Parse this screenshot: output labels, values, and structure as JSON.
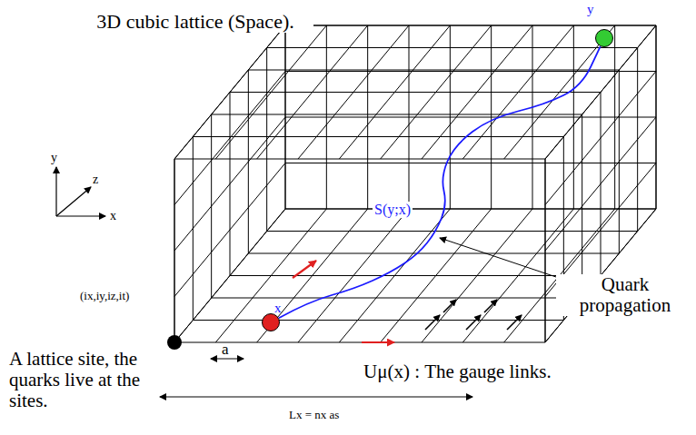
{
  "diagram": {
    "nodes": [
      {
        "text": [
          "y"
        ]
      },
      {
        "text": [
          "x"
        ]
      }
    ],
    "edges": [
      {
        "from": 1,
        "to": 0,
        "arrow": "none",
        "label": "S(y;x)"
      }
    ],
    "labels": [
      "3D cubic lattice (Space).",
      "y",
      "z",
      "x",
      "(ix,iy,iz,it)",
      "A lattice site, the quarks live at the sites.",
      "a",
      "Uμ(x) : The gauge links.",
      "Quark propagation",
      "Lx = nx as"
    ]
  }
}
